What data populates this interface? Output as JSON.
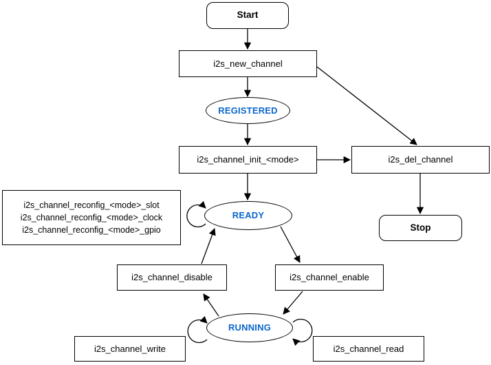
{
  "colors": {
    "stroke": "#000000",
    "state_text": "#0a66cc",
    "node_text": "#000000",
    "background": "#ffffff"
  },
  "nodes": {
    "start": {
      "label": "Start"
    },
    "new_channel": {
      "label": "i2s_new_channel"
    },
    "registered": {
      "label": "REGISTERED"
    },
    "init": {
      "label": "i2s_channel_init_<mode>"
    },
    "del_channel": {
      "label": "i2s_del_channel"
    },
    "stop": {
      "label": "Stop"
    },
    "reconfig": {
      "lines": [
        "i2s_channel_reconfig_<mode>_slot",
        "i2s_channel_reconfig_<mode>_clock",
        "i2s_channel_reconfig_<mode>_gpio"
      ]
    },
    "ready": {
      "label": "READY"
    },
    "disable": {
      "label": "i2s_channel_disable"
    },
    "enable": {
      "label": "i2s_channel_enable"
    },
    "running": {
      "label": "RUNNING"
    },
    "write": {
      "label": "i2s_channel_write"
    },
    "read": {
      "label": "i2s_channel_read"
    }
  }
}
